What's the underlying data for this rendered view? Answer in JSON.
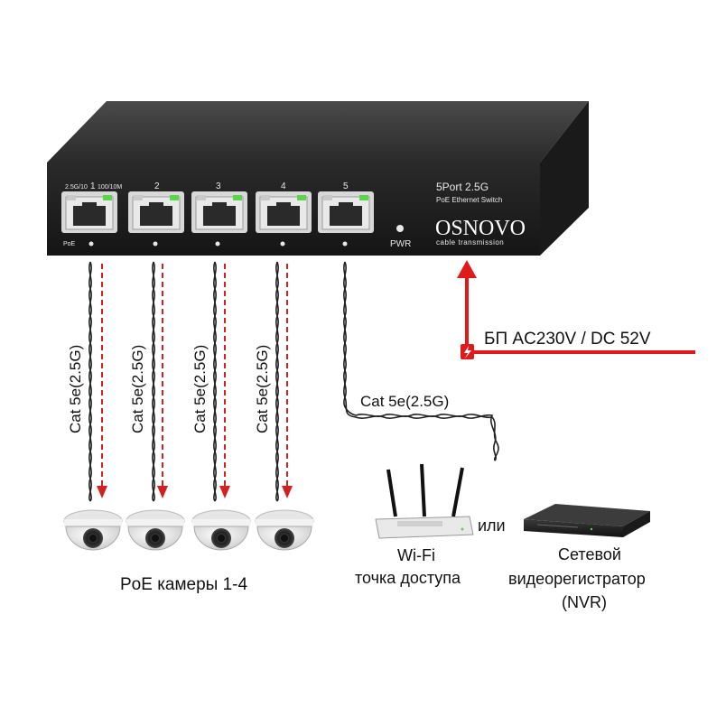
{
  "switch": {
    "model_line1": "5Port 2.5G",
    "model_line2": "PoE Ethernet Switch",
    "brand": "OSNOVO",
    "tagline": "cable transmission",
    "pwr_label": "PWR",
    "poe_label": "PoE",
    "port1_left": "2.5G/10",
    "port1_right": "100/10M",
    "ports": [
      "1",
      "2",
      "3",
      "4",
      "5"
    ]
  },
  "cables": {
    "camera_cable_label": "Cat 5e(2.5G)",
    "uplink_cable_label": "Cat 5e(2.5G)"
  },
  "power": {
    "label": "БП AC230V / DC 52V"
  },
  "devices": {
    "cameras_label": "PoE камеры 1-4",
    "wifi_line1": "Wi-Fi",
    "wifi_line2": "точка доступа",
    "or_label": "или",
    "nvr_line1": "Сетевой",
    "nvr_line2": "видеорегистратор",
    "nvr_line3": "(NVR)"
  },
  "colors": {
    "switch_body": "#1e1e1e",
    "switch_top": "#3a3a3a",
    "power_red": "#e01a1a",
    "poe_arrow": "#d42020",
    "port_led_green": "#5bd64a"
  }
}
